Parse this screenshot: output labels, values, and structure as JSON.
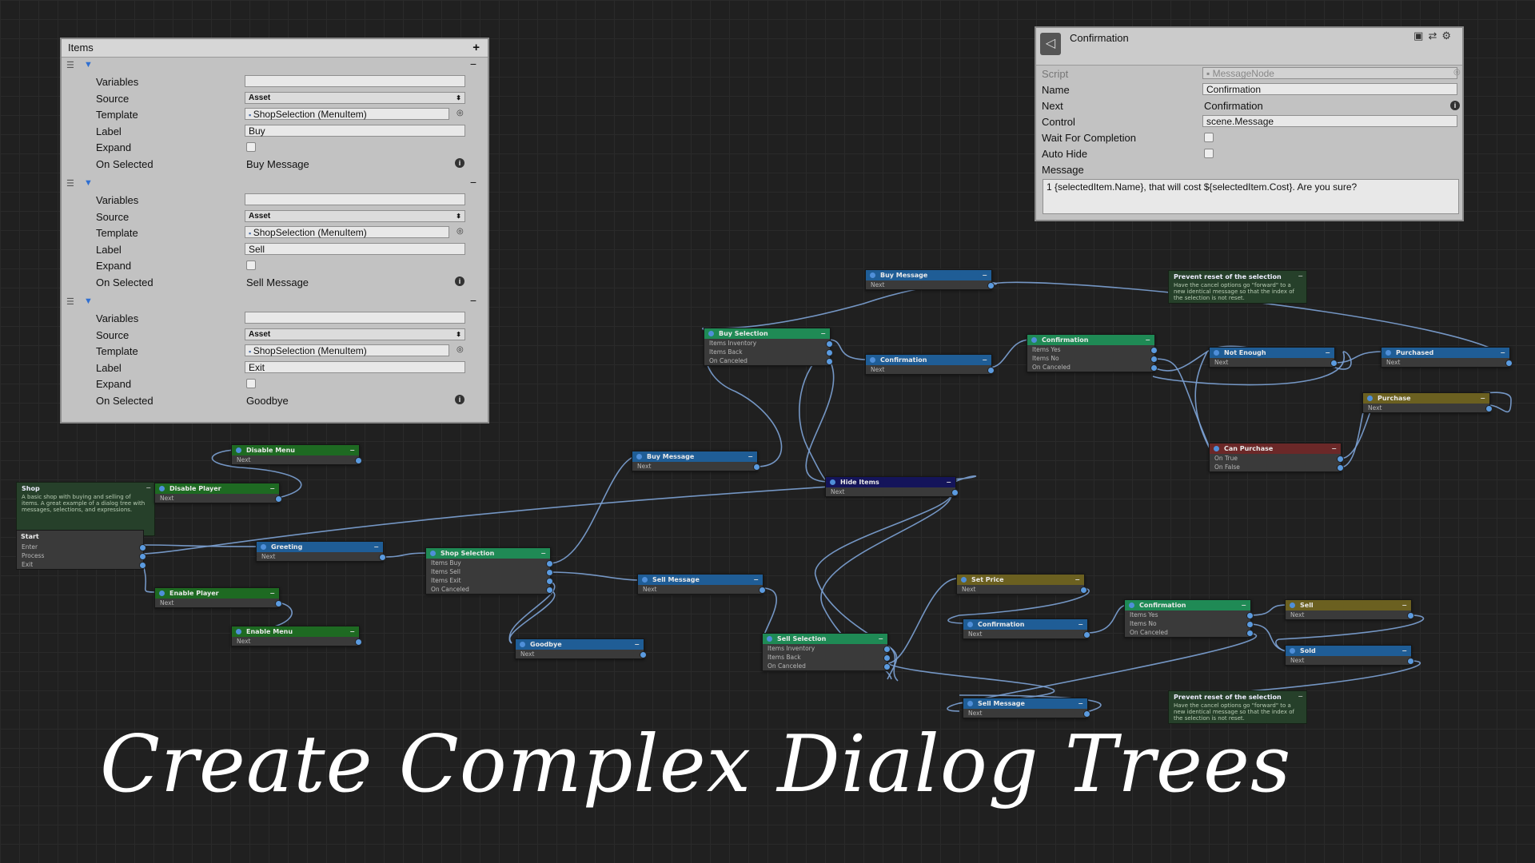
{
  "items_panel": {
    "title": "Items",
    "add_icon": "+",
    "remove_icon": "−",
    "labels": {
      "variables": "Variables",
      "source": "Source",
      "template": "Template",
      "label": "Label",
      "expand": "Expand",
      "on_selected": "On Selected"
    },
    "items": [
      {
        "variables": "",
        "source": "Asset",
        "template": "ShopSelection (MenuItem)",
        "label": "Buy",
        "expand": false,
        "on_selected": "Buy Message"
      },
      {
        "variables": "",
        "source": "Asset",
        "template": "ShopSelection (MenuItem)",
        "label": "Sell",
        "expand": false,
        "on_selected": "Sell Message"
      },
      {
        "variables": "",
        "source": "Asset",
        "template": "ShopSelection (MenuItem)",
        "label": "Exit",
        "expand": false,
        "on_selected": "Goodbye"
      }
    ]
  },
  "inspector": {
    "title": "Confirmation",
    "script_label": "Script",
    "script_value": "MessageNode",
    "name_label": "Name",
    "name_value": "Confirmation",
    "next_label": "Next",
    "next_value": "Confirmation",
    "control_label": "Control",
    "control_value": "scene.Message",
    "wait_label": "Wait For Completion",
    "auto_hide_label": "Auto Hide",
    "message_label": "Message",
    "message_value": "1 {selectedItem.Name}, that will cost ${selectedItem.Cost}. Are you sure?"
  },
  "graph": {
    "start": {
      "title": "Start",
      "ports": [
        "Enter",
        "Process",
        "Exit"
      ]
    },
    "shop_note": {
      "title": "Shop",
      "body": "A basic shop with buying and selling of items. A great example of a dialog tree with messages, selections, and expressions."
    },
    "notes": [
      {
        "title": "Prevent reset of the selection",
        "body": "Have the cancel options go \"forward\" to a new identical message so that the index of the selection is not reset."
      },
      {
        "title": "Prevent reset of the selection",
        "body": "Have the cancel options go \"forward\" to a new identical message so that the index of the selection is not reset."
      }
    ],
    "nodes": {
      "disable_menu": {
        "title": "Disable Menu",
        "ports": [
          "Next"
        ]
      },
      "disable_player": {
        "title": "Disable Player",
        "ports": [
          "Next"
        ]
      },
      "greeting": {
        "title": "Greeting",
        "ports": [
          "Next"
        ]
      },
      "enable_player": {
        "title": "Enable Player",
        "ports": [
          "Next"
        ]
      },
      "enable_menu": {
        "title": "Enable Menu",
        "ports": [
          "Next"
        ]
      },
      "shop_selection": {
        "title": "Shop Selection",
        "ports": [
          "Items Buy",
          "Items Sell",
          "Items Exit",
          "On Canceled"
        ]
      },
      "goodbye": {
        "title": "Goodbye",
        "ports": [
          "Next"
        ]
      },
      "buy_message_lower": {
        "title": "Buy Message",
        "ports": [
          "Next"
        ]
      },
      "sell_message_upper": {
        "title": "Sell Message",
        "ports": [
          "Next"
        ]
      },
      "buy_selection": {
        "title": "Buy Selection",
        "ports": [
          "Items Inventory",
          "Items Back",
          "On Canceled"
        ]
      },
      "buy_message_top": {
        "title": "Buy Message",
        "ports": [
          "Next"
        ]
      },
      "confirmation_buy_msg": {
        "title": "Confirmation",
        "ports": [
          "Next"
        ]
      },
      "confirmation_buy_sel": {
        "title": "Confirmation",
        "ports": [
          "Items Yes",
          "Items No",
          "On Canceled"
        ]
      },
      "not_enough": {
        "title": "Not Enough",
        "ports": [
          "Next"
        ]
      },
      "purchased": {
        "title": "Purchased",
        "ports": [
          "Next"
        ]
      },
      "purchase": {
        "title": "Purchase",
        "ports": [
          "Next"
        ]
      },
      "can_purchase": {
        "title": "Can Purchase",
        "ports": [
          "On True",
          "On False"
        ]
      },
      "hide_items": {
        "title": "Hide Items",
        "ports": [
          "Next"
        ]
      },
      "sell_selection": {
        "title": "Sell Selection",
        "ports": [
          "Items Inventory",
          "Items Back",
          "On Canceled"
        ]
      },
      "set_price": {
        "title": "Set Price",
        "ports": [
          "Next"
        ]
      },
      "confirmation_sell_msg": {
        "title": "Confirmation",
        "ports": [
          "Next"
        ]
      },
      "confirmation_sell_sel": {
        "title": "Confirmation",
        "ports": [
          "Items Yes",
          "Items No",
          "On Canceled"
        ]
      },
      "sell": {
        "title": "Sell",
        "ports": [
          "Next"
        ]
      },
      "sold": {
        "title": "Sold",
        "ports": [
          "Next"
        ]
      },
      "sell_message_lower": {
        "title": "Sell Message",
        "ports": [
          "Next"
        ]
      }
    }
  },
  "banner": "Create Complex Dialog Trees",
  "colors": {
    "background": "#202020",
    "wire": "#7da3d6",
    "node_blue": "#1f5d96",
    "node_green": "#1f8a55",
    "node_dark_green": "#1e6a22",
    "node_olive": "#6b6020",
    "node_red": "#6b2828",
    "node_navy": "#14145a"
  }
}
